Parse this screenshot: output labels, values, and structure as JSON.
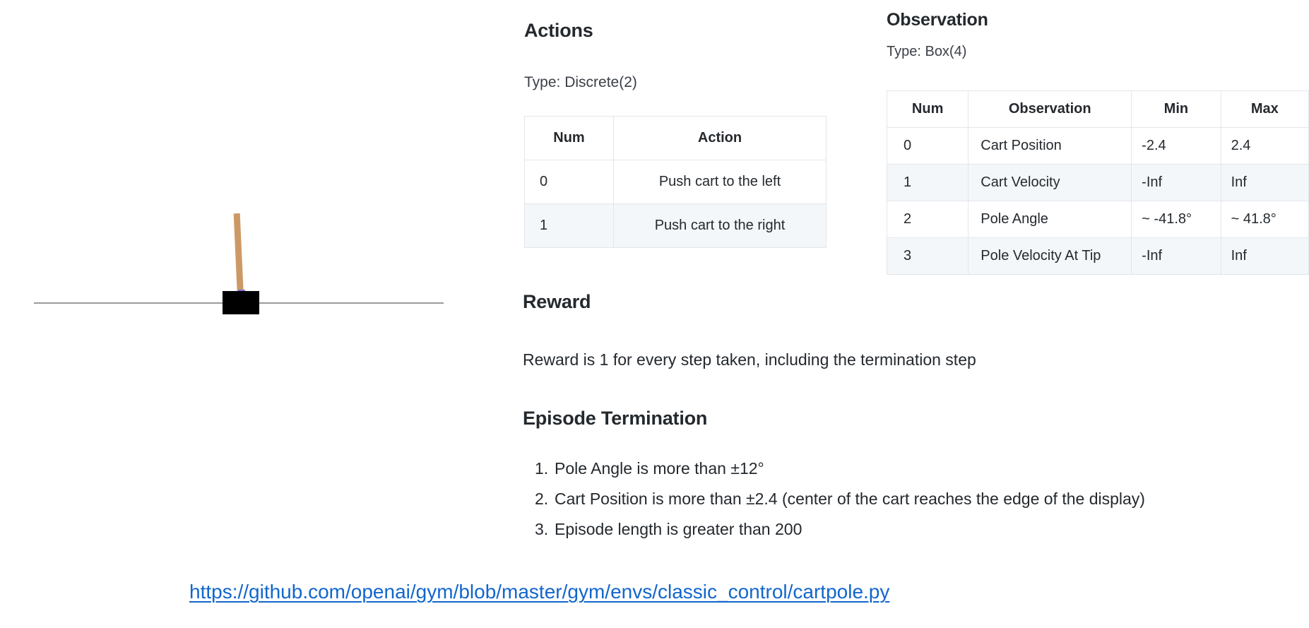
{
  "figure": {
    "name": "cartpole-environment-render",
    "cart_color": "#000000",
    "pole_color": "#cc9966",
    "axle_color": "#7a6fd6",
    "track_color": "#9a9a9a"
  },
  "actions": {
    "heading": "Actions",
    "type_label": "Type: Discrete(2)",
    "columns": [
      "Num",
      "Action"
    ],
    "rows": [
      {
        "num": "0",
        "action": "Push cart to the left"
      },
      {
        "num": "1",
        "action": "Push cart to the right"
      }
    ]
  },
  "observation": {
    "heading": "Observation",
    "type_label": "Type: Box(4)",
    "columns": [
      "Num",
      "Observation",
      "Min",
      "Max"
    ],
    "rows": [
      {
        "num": "0",
        "observation": "Cart Position",
        "min": "-2.4",
        "max": "2.4"
      },
      {
        "num": "1",
        "observation": "Cart Velocity",
        "min": "-Inf",
        "max": "Inf"
      },
      {
        "num": "2",
        "observation": "Pole Angle",
        "min": "~ -41.8°",
        "max": "~ 41.8°"
      },
      {
        "num": "3",
        "observation": "Pole Velocity At Tip",
        "min": "-Inf",
        "max": "Inf"
      }
    ]
  },
  "reward": {
    "heading": "Reward",
    "text": "Reward is 1 for every step taken, including the termination step"
  },
  "termination": {
    "heading": "Episode Termination",
    "items": [
      {
        "num": "1.",
        "text": "Pole Angle is more than ±12°"
      },
      {
        "num": "2.",
        "text": "Cart Position is more than ±2.4 (center of the cart reaches the edge of the display)"
      },
      {
        "num": "3.",
        "text": "Episode length is greater than 200"
      }
    ]
  },
  "link": {
    "text": "https://github.com/openai/gym/blob/master/gym/envs/classic_control/cartpole.py",
    "color": "#1266cc"
  }
}
